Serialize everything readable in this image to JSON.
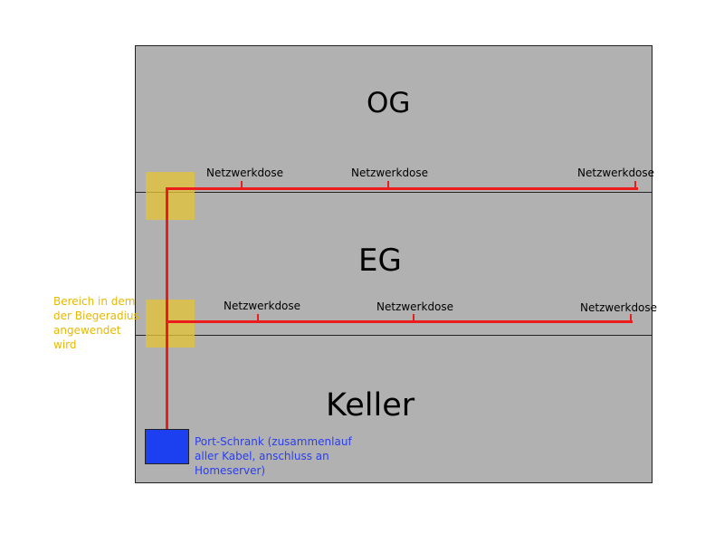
{
  "floors": {
    "og": "OG",
    "eg": "EG",
    "keller": "Keller"
  },
  "sockets": {
    "og": [
      "Netzwerkdose",
      "Netzwerkdose",
      "Netzwerkdose"
    ],
    "eg": [
      "Netzwerkdose",
      "Netzwerkdose",
      "Netzwerkdose"
    ]
  },
  "notes": {
    "bend_radius": "Bereich in dem der Biegeradius angewendet wird",
    "port_cabinet": "Port-Schrank (zusammenlauf aller Kabel, anschluss an Homeserver)"
  },
  "colors": {
    "cable": "#ec1c1c",
    "bend_zone": "#e3c33a",
    "port_cabinet": "#1c40f0",
    "building": "#b1b1b1"
  }
}
